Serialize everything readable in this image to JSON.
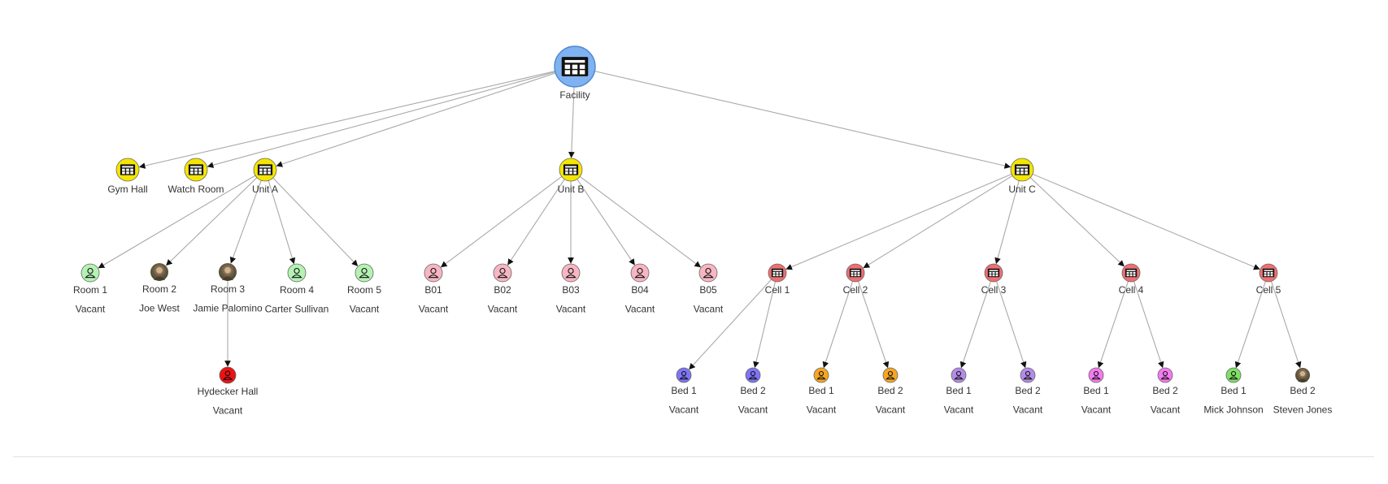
{
  "colors": {
    "edge": "#a9a9a9",
    "facility": "#7fb2f0",
    "unit": "#f5e600",
    "room": "#b4f2b4",
    "unit_b_room": "#f7b6c2",
    "cell": "#ef6f72",
    "hydecker": "#ee1111",
    "bed_cell1": "#7f73f5",
    "bed_cell2": "#f6a623",
    "bed_cell3": "#b48be8",
    "bed_cell4": "#f47af0",
    "bed_cell5": "#7ee066"
  },
  "nodes": [
    {
      "id": "facility",
      "label": "Facility",
      "kind": "facility",
      "icon": "grid-icon"
    },
    {
      "id": "gym",
      "label": "Gym Hall",
      "kind": "unit",
      "icon": "grid-icon"
    },
    {
      "id": "watch",
      "label": "Watch Room",
      "kind": "unit",
      "icon": "grid-icon"
    },
    {
      "id": "unitA",
      "label": "Unit A",
      "kind": "unit",
      "icon": "grid-icon"
    },
    {
      "id": "unitB",
      "label": "Unit B",
      "kind": "unit",
      "icon": "grid-icon"
    },
    {
      "id": "unitC",
      "label": "Unit C",
      "kind": "unit",
      "icon": "grid-icon"
    },
    {
      "id": "room1",
      "label": "Room 1",
      "sublabel": "Vacant",
      "kind": "room",
      "icon": "person-icon"
    },
    {
      "id": "room2",
      "label": "Room 2",
      "sublabel": "Joe West",
      "kind": "photo",
      "icon": "avatar-photo"
    },
    {
      "id": "room3",
      "label": "Room 3",
      "sublabel": "Jamie Palomino",
      "kind": "photo",
      "icon": "avatar-photo"
    },
    {
      "id": "room4",
      "label": "Room 4",
      "sublabel": "Carter Sullivan",
      "kind": "room",
      "icon": "person-icon"
    },
    {
      "id": "room5",
      "label": "Room 5",
      "sublabel": "Vacant",
      "kind": "room",
      "icon": "person-icon"
    },
    {
      "id": "hydecker",
      "label": "Hydecker Hall",
      "sublabel": "Vacant",
      "kind": "hydecker",
      "icon": "person-icon"
    },
    {
      "id": "b01",
      "label": "B01",
      "sublabel": "Vacant",
      "kind": "unit_b_room",
      "icon": "person-icon"
    },
    {
      "id": "b02",
      "label": "B02",
      "sublabel": "Vacant",
      "kind": "unit_b_room",
      "icon": "person-icon"
    },
    {
      "id": "b03",
      "label": "B03",
      "sublabel": "Vacant",
      "kind": "unit_b_room",
      "icon": "person-icon"
    },
    {
      "id": "b04",
      "label": "B04",
      "sublabel": "Vacant",
      "kind": "unit_b_room",
      "icon": "person-icon"
    },
    {
      "id": "b05",
      "label": "B05",
      "sublabel": "Vacant",
      "kind": "unit_b_room",
      "icon": "person-icon"
    },
    {
      "id": "cell1",
      "label": "Cell 1",
      "kind": "cell",
      "icon": "grid-icon"
    },
    {
      "id": "cell2",
      "label": "Cell 2",
      "kind": "cell",
      "icon": "grid-icon"
    },
    {
      "id": "cell3",
      "label": "Cell 3",
      "kind": "cell",
      "icon": "grid-icon"
    },
    {
      "id": "cell4",
      "label": "Cell 4",
      "kind": "cell",
      "icon": "grid-icon"
    },
    {
      "id": "cell5",
      "label": "Cell 5",
      "kind": "cell",
      "icon": "grid-icon"
    },
    {
      "id": "c1b1",
      "label": "Bed 1",
      "sublabel": "Vacant",
      "kind": "bed_cell1",
      "icon": "person-icon"
    },
    {
      "id": "c1b2",
      "label": "Bed 2",
      "sublabel": "Vacant",
      "kind": "bed_cell1",
      "icon": "person-icon"
    },
    {
      "id": "c2b1",
      "label": "Bed 1",
      "sublabel": "Vacant",
      "kind": "bed_cell2",
      "icon": "person-icon"
    },
    {
      "id": "c2b2",
      "label": "Bed 2",
      "sublabel": "Vacant",
      "kind": "bed_cell2",
      "icon": "person-icon"
    },
    {
      "id": "c3b1",
      "label": "Bed 1",
      "sublabel": "Vacant",
      "kind": "bed_cell3",
      "icon": "person-icon"
    },
    {
      "id": "c3b2",
      "label": "Bed 2",
      "sublabel": "Vacant",
      "kind": "bed_cell3",
      "icon": "person-icon"
    },
    {
      "id": "c4b1",
      "label": "Bed 1",
      "sublabel": "Vacant",
      "kind": "bed_cell4",
      "icon": "person-icon"
    },
    {
      "id": "c4b2",
      "label": "Bed 2",
      "sublabel": "Vacant",
      "kind": "bed_cell4",
      "icon": "person-icon"
    },
    {
      "id": "c5b1",
      "label": "Bed 1",
      "sublabel": "Mick Johnson",
      "kind": "bed_cell5",
      "icon": "person-icon"
    },
    {
      "id": "c5b2",
      "label": "Bed 2",
      "sublabel": "Steven Jones",
      "kind": "photo",
      "icon": "avatar-photo"
    }
  ],
  "edges": [
    [
      "facility",
      "gym"
    ],
    [
      "facility",
      "watch"
    ],
    [
      "facility",
      "unitA"
    ],
    [
      "facility",
      "unitB"
    ],
    [
      "facility",
      "unitC"
    ],
    [
      "unitA",
      "room1"
    ],
    [
      "unitA",
      "room2"
    ],
    [
      "unitA",
      "room3"
    ],
    [
      "unitA",
      "room4"
    ],
    [
      "unitA",
      "room5"
    ],
    [
      "room3",
      "hydecker"
    ],
    [
      "unitB",
      "b01"
    ],
    [
      "unitB",
      "b02"
    ],
    [
      "unitB",
      "b03"
    ],
    [
      "unitB",
      "b04"
    ],
    [
      "unitB",
      "b05"
    ],
    [
      "unitC",
      "cell1"
    ],
    [
      "unitC",
      "cell2"
    ],
    [
      "unitC",
      "cell3"
    ],
    [
      "unitC",
      "cell4"
    ],
    [
      "unitC",
      "cell5"
    ],
    [
      "cell1",
      "c1b1"
    ],
    [
      "cell1",
      "c1b2"
    ],
    [
      "cell2",
      "c2b1"
    ],
    [
      "cell2",
      "c2b2"
    ],
    [
      "cell3",
      "c3b1"
    ],
    [
      "cell3",
      "c3b2"
    ],
    [
      "cell4",
      "c4b1"
    ],
    [
      "cell4",
      "c4b2"
    ],
    [
      "cell5",
      "c5b1"
    ],
    [
      "cell5",
      "c5b2"
    ]
  ]
}
